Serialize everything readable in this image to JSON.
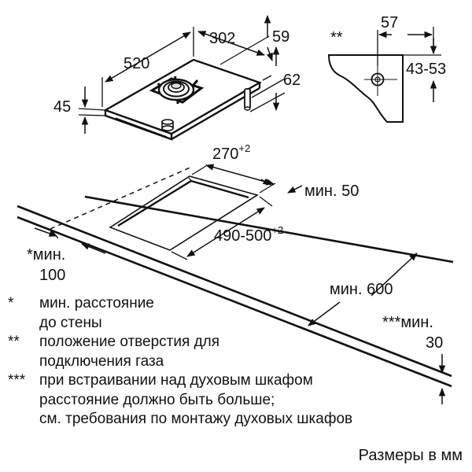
{
  "dims": {
    "d302": "302",
    "d59": "59",
    "d520": "520",
    "d62": "62",
    "d45": "45",
    "d57": "57",
    "gas_mark": "**",
    "d43_53": "43-53",
    "d270": "270",
    "d270_sup": "+2",
    "min50": "мин. 50",
    "d490_500": "490-500",
    "d490_500_sup": "+2",
    "min100_a": "*мин.",
    "min100_b": "100",
    "min600": "мин. 600",
    "min30_a": "***мин.",
    "min30_b": "30"
  },
  "legend": [
    {
      "mark": "*",
      "lines": [
        "мин. расстояние",
        "до стены"
      ]
    },
    {
      "mark": "**",
      "lines": [
        "положение отверстия для",
        "подключения газа"
      ]
    },
    {
      "mark": "***",
      "lines": [
        "при встраивании над духовым шкафом",
        "расстояние должно быть больше;",
        "см. требования по монтажу духовых шкафов"
      ]
    }
  ],
  "units": "Размеры в мм"
}
